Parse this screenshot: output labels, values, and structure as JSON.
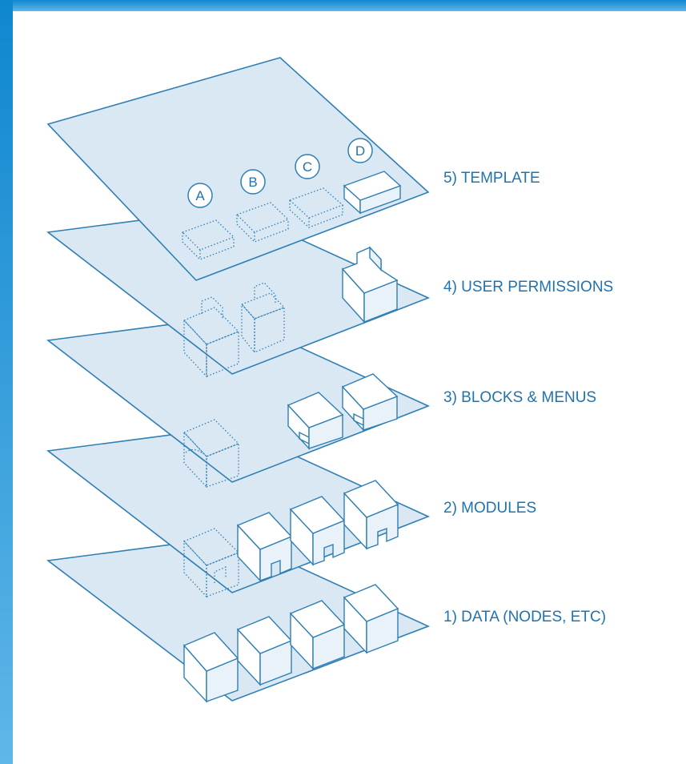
{
  "colors": {
    "frame_top": "#0f87cf",
    "frame_bottom": "#5fb6e8",
    "layer_fill": "#dae8f4",
    "layer_stroke": "#2f7fb4",
    "block_fill": "#ffffff",
    "block_side": "#e8f1f8",
    "text": "#1f73b0"
  },
  "layers": [
    {
      "label": "5) TEMPLATE"
    },
    {
      "label": "4) USER PERMISSIONS"
    },
    {
      "label": "3) BLOCKS & MENUS"
    },
    {
      "label": "2) MODULES"
    },
    {
      "label": "1) DATA (NODES, ETC)"
    }
  ],
  "template_regions": [
    "A",
    "B",
    "C",
    "D"
  ]
}
